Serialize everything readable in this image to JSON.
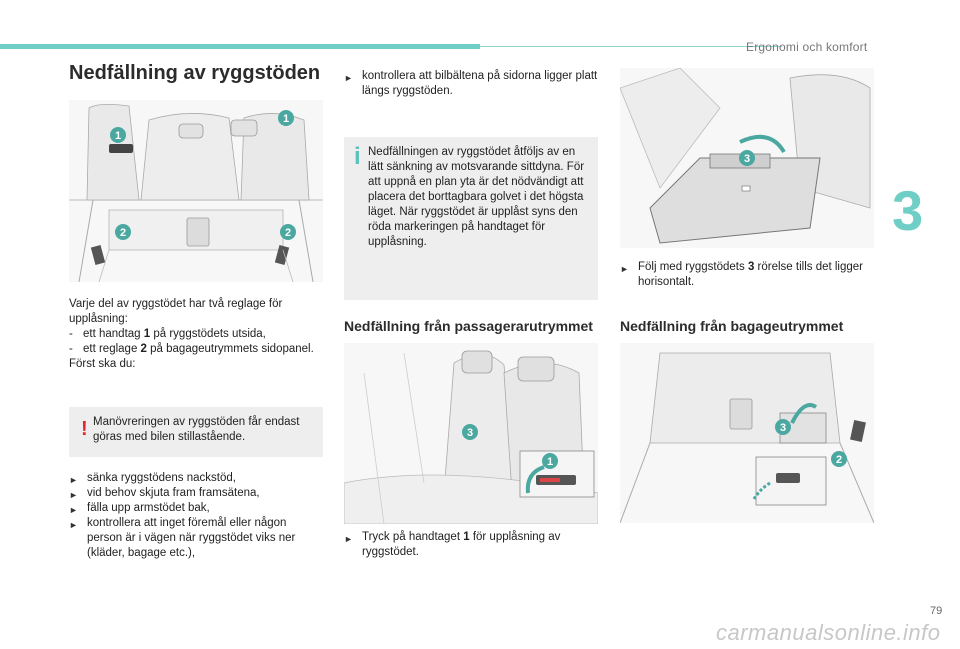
{
  "header": {
    "section": "Ergonomi och komfort",
    "chapter": "3"
  },
  "page_number": "79",
  "watermark": "carmanualsonline.info",
  "col1": {
    "title": "Nedfällning av ryggstöden",
    "intro": "Varje del av ryggstödet har två reglage för upplåsning:",
    "dash_items": [
      {
        "pre": "ett handtag ",
        "num": "1",
        "post": " på ryggstödets utsida,"
      },
      {
        "pre": "ett reglage ",
        "num": "2",
        "post": " på bagageutrymmets sidopanel."
      }
    ],
    "first": "Först ska du:",
    "warning": "Manövreringen av ryggstöden får endast göras med bilen stillastående.",
    "warning_icon": "!",
    "steps": [
      "sänka ryggstödens nackstöd,",
      "vid behov skjuta fram framsätena,",
      "fälla upp armstödet bak,",
      "kontrollera att inget föremål eller någon person är i vägen när ryggstödet viks ner (kläder, bagage etc.),"
    ],
    "figure_labels": [
      "1",
      "1",
      "2",
      "2"
    ]
  },
  "col2": {
    "step": "kontrollera att bilbältena på sidorna ligger platt längs ryggstöden.",
    "info_icon": "i",
    "info": "Nedfällningen av ryggstödet åtföljs av en lätt sänkning av motsvarande sittdyna. För att uppnå en plan yta är det nödvändigt att placera det borttagbara golvet i det högsta läget. När ryggstödet är upplåst syns den röda markeringen på handtaget för upplåsning.",
    "heading": "Nedfällning från passagerarutrymmet",
    "figure_labels": [
      "3",
      "1"
    ],
    "caption_pre": "Tryck på handtaget ",
    "caption_num": "1",
    "caption_post": " för upplåsning av ryggstödet."
  },
  "col3": {
    "figure_labels": [
      "3"
    ],
    "caption_pre": "Följ med ryggstödets ",
    "caption_num": "3",
    "caption_post": " rörelse tills det ligger horisontalt.",
    "heading": "Nedfällning från bagageutrymmet",
    "figure2_labels": [
      "3",
      "2"
    ]
  },
  "arrow_glyph": "►",
  "colors": {
    "accent": "#6fcfc6",
    "badge": "#4aa8a0",
    "warning": "#e3262d",
    "info": "#5bc3bb"
  }
}
